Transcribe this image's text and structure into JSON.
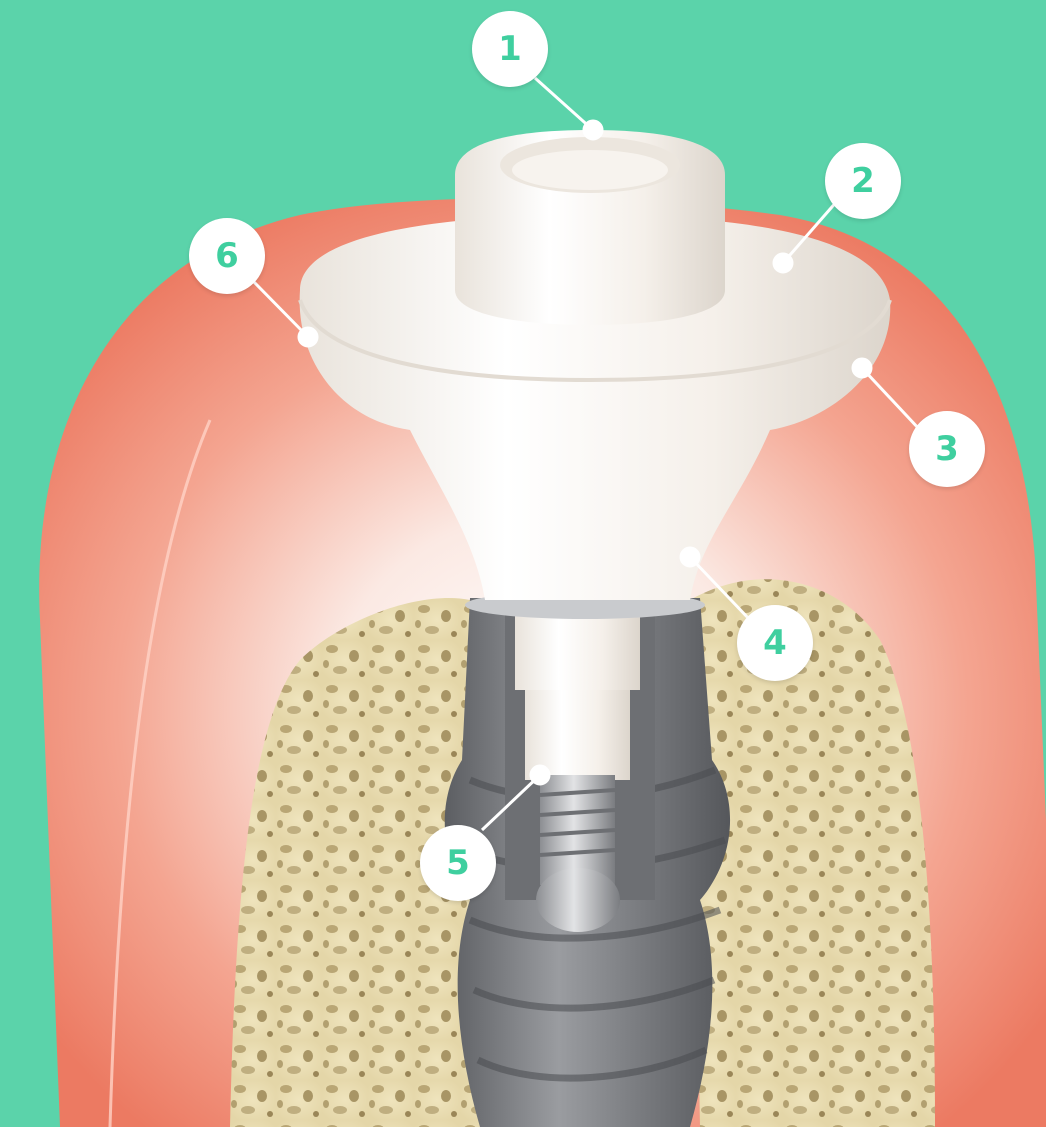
{
  "colors": {
    "background": "#5bd3aa",
    "gum": "#f08a73",
    "bone": "#efe5bf",
    "abutment": "#f6f1ea",
    "implant": "#7d7f83",
    "callout_fill": "#ffffff",
    "callout_text": "#3fcf9f"
  },
  "callouts": [
    {
      "label": "1"
    },
    {
      "label": "2"
    },
    {
      "label": "3"
    },
    {
      "label": "4"
    },
    {
      "label": "5"
    },
    {
      "label": "6"
    }
  ]
}
